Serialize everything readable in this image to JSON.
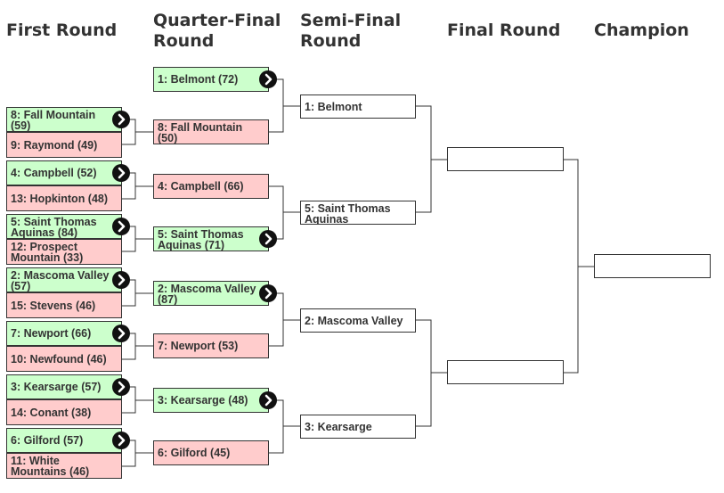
{
  "headers": {
    "first_round": "First Round",
    "quarter_final_line1": "Quarter-Final",
    "quarter_final_line2": "Round",
    "semi_final_line1": "Semi-Final",
    "semi_final_line2": "Round",
    "final_round": "Final Round",
    "champion": "Champion"
  },
  "first_round": [
    {
      "label": "8: Fall Mountain (59)"
    },
    {
      "label": "9: Raymond (49)"
    },
    {
      "label": "4: Campbell (52)"
    },
    {
      "label": "13: Hopkinton (48)"
    },
    {
      "label": "5: Saint Thomas Aquinas (84)"
    },
    {
      "label": "12: Prospect Mountain (33)"
    },
    {
      "label": "2: Mascoma Valley (57)"
    },
    {
      "label": "15: Stevens (46)"
    },
    {
      "label": "7: Newport (66)"
    },
    {
      "label": "10: Newfound (46)"
    },
    {
      "label": "3: Kearsarge (57)"
    },
    {
      "label": "14: Conant (38)"
    },
    {
      "label": "6: Gilford (57)"
    },
    {
      "label": "11: White Mountains (46)"
    }
  ],
  "quarter_final": [
    {
      "label": "1: Belmont (72)"
    },
    {
      "label": "8: Fall Mountain (50)"
    },
    {
      "label": "4: Campbell (66)"
    },
    {
      "label": "5: Saint Thomas Aquinas (71)"
    },
    {
      "label": "2: Mascoma Valley (87)"
    },
    {
      "label": "7: Newport (53)"
    },
    {
      "label": "3: Kearsarge (48)"
    },
    {
      "label": "6: Gilford (45)"
    }
  ],
  "semi_final": [
    {
      "label": "1: Belmont"
    },
    {
      "label": "5: Saint Thomas Aquinas"
    },
    {
      "label": "2: Mascoma Valley"
    },
    {
      "label": "3: Kearsarge"
    }
  ],
  "final_round": [
    {
      "label": ""
    },
    {
      "label": ""
    }
  ],
  "champion": {
    "label": ""
  }
}
